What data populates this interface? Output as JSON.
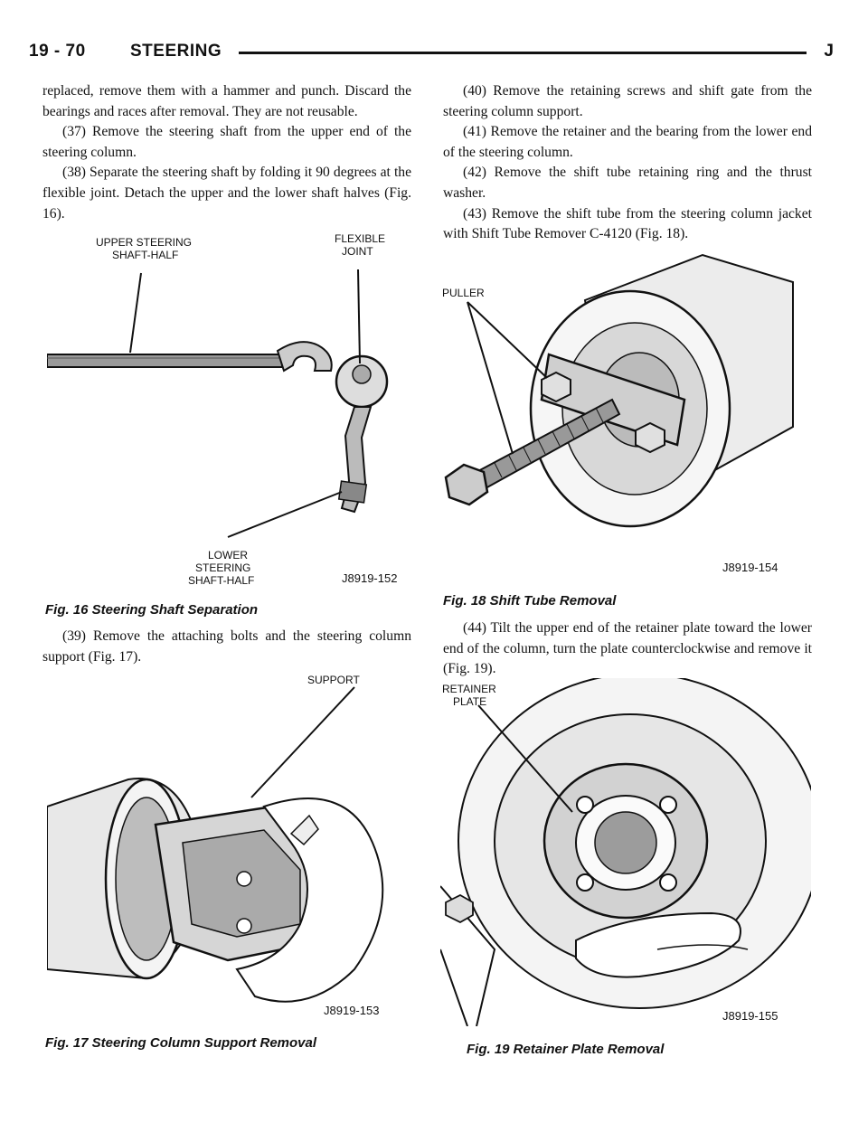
{
  "header": {
    "page_number": "19 - 70",
    "section": "STEERING",
    "edition": "J"
  },
  "left_column": {
    "p1": "replaced, remove them with a hammer and punch. Discard the bearings and races after removal. They are not reusable.",
    "p2": "(37) Remove the steering shaft from the upper end of the steering column.",
    "p3": "(38) Separate the steering shaft by folding it 90 degrees at the flexible joint. Detach the upper and the lower shaft halves (Fig. 16).",
    "p4": "(39) Remove the attaching bolts and the steering column support (Fig. 17)."
  },
  "right_column": {
    "p1": "(40) Remove the retaining screws and shift gate from the steering column support.",
    "p2": "(41) Remove the retainer and the bearing from the lower end of the steering column.",
    "p3": "(42) Remove the shift tube retaining ring and the thrust washer.",
    "p4": "(43) Remove the shift tube from the steering column jacket with Shift Tube Remover C-4120 (Fig. 18).",
    "p5": "(44) Tilt the upper end of the retainer plate toward the lower end of the column, turn the plate counterclockwise and remove it (Fig. 19)."
  },
  "fig16": {
    "caption": "Fig. 16 Steering Shaft Separation",
    "label_upper_1": "UPPER STEERING",
    "label_upper_2": "SHAFT-HALF",
    "label_flex_1": "FLEXIBLE",
    "label_flex_2": "JOINT",
    "label_lower_1": "LOWER",
    "label_lower_2": "STEERING",
    "label_lower_3": "SHAFT-HALF",
    "code": "J8919-152"
  },
  "fig17": {
    "caption": "Fig. 17 Steering Column Support Removal",
    "label_support": "SUPPORT",
    "code": "J8919-153"
  },
  "fig18": {
    "caption": "Fig. 18 Shift Tube Removal",
    "label_puller": "PULLER",
    "code": "J8919-154"
  },
  "fig19": {
    "caption": "Fig. 19 Retainer Plate Removal",
    "label_retainer_1": "RETAINER",
    "label_retainer_2": "PLATE",
    "code": "J8919-155"
  }
}
